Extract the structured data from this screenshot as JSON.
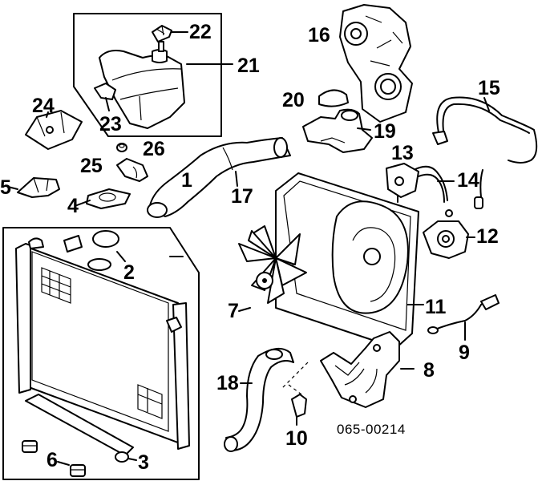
{
  "callouts": [
    "1",
    "2",
    "3",
    "4",
    "5",
    "6",
    "7",
    "8",
    "9",
    "10",
    "11",
    "12",
    "13",
    "14",
    "15",
    "16",
    "17",
    "18",
    "19",
    "20",
    "21",
    "22",
    "23",
    "24",
    "25",
    "26"
  ],
  "reference_code": "065-00214"
}
